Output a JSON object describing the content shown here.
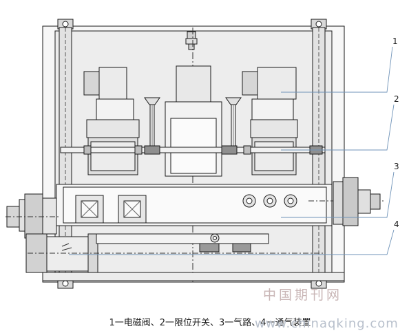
{
  "callouts": [
    "1",
    "2",
    "3",
    "4"
  ],
  "caption": "1一电磁阀、2一限位开关、3一气路、4一通气装置",
  "watermark": {
    "chinese": "中国期刊网",
    "url": "www.chinaqking.com"
  },
  "colors": {
    "line": "#1a1a1a",
    "fill_light": "#e6e6e6",
    "fill_mid": "#d2d2d2",
    "leader": "#6f93b8"
  }
}
